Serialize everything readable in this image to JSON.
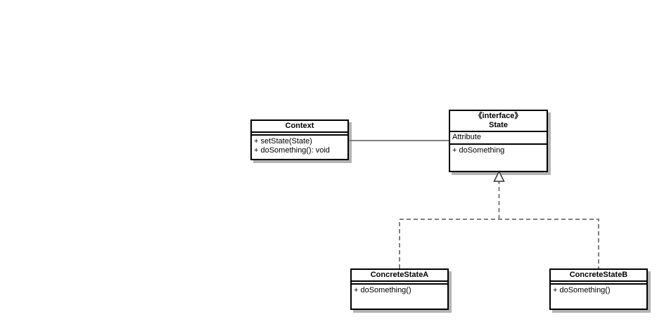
{
  "diagram": {
    "kind": "uml-class-diagram",
    "pattern": "State",
    "background": "#ffffff",
    "colors": {
      "box_fill": "#ffffff",
      "box_border": "#000000",
      "drop_shadow": "#b3b3b3",
      "connector_line": "#808080",
      "arrowhead_outline": "#333333",
      "arrowhead_fill": "#ffffff"
    }
  },
  "classes": {
    "context": {
      "name": "Context",
      "attributes": [],
      "methods": [
        "+ setState(State)",
        "+ doSomething(): void"
      ]
    },
    "state": {
      "stereotype": "《interface》",
      "name": "State",
      "attributes": [
        "Attribute"
      ],
      "methods": [
        "+ doSomething"
      ]
    },
    "concreteStateA": {
      "name": "ConcreteStateA",
      "attributes": [],
      "methods": [
        "+ doSomething()"
      ]
    },
    "concreteStateB": {
      "name": "ConcreteStateB",
      "attributes": [],
      "methods": [
        "+ doSomething()"
      ]
    }
  },
  "relations": [
    {
      "type": "association",
      "from": "Context",
      "to": "State",
      "line": "solid"
    },
    {
      "type": "realization",
      "from": "ConcreteStateA",
      "to": "State",
      "line": "dashed",
      "arrowhead": "hollow-triangle"
    },
    {
      "type": "realization",
      "from": "ConcreteStateB",
      "to": "State",
      "line": "dashed",
      "arrowhead": "hollow-triangle"
    }
  ]
}
